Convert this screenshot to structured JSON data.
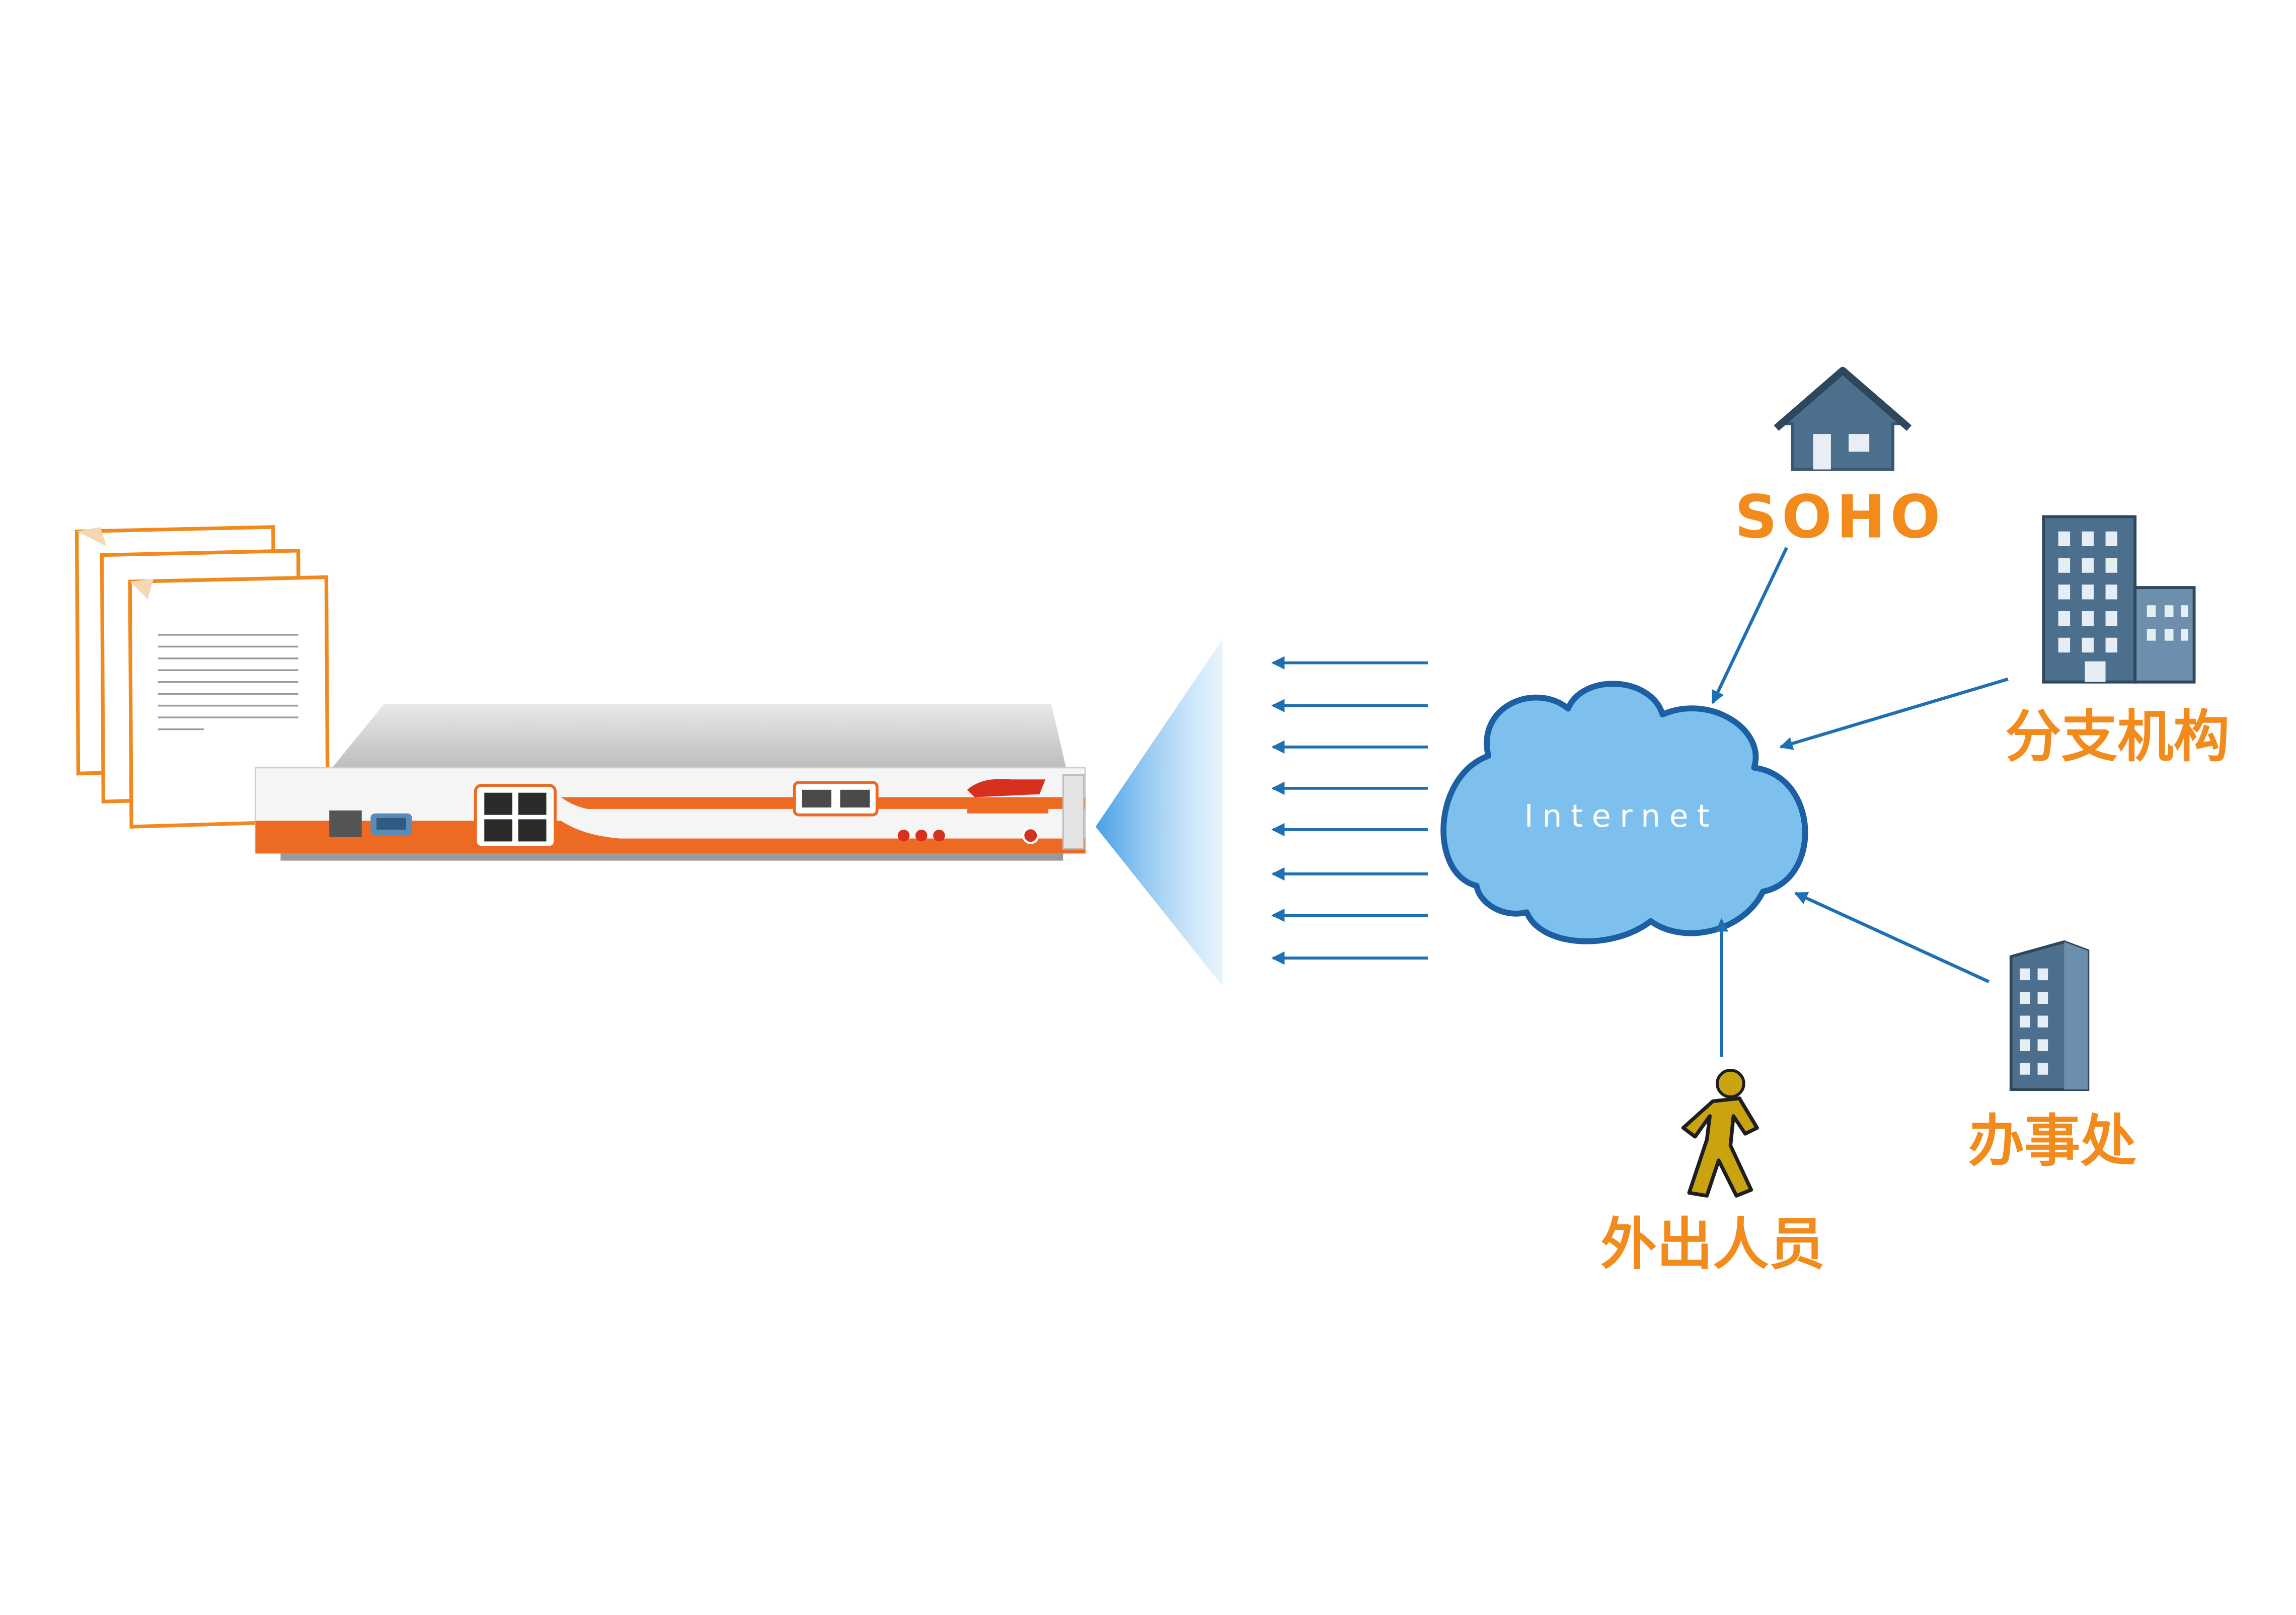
{
  "cloud": {
    "label": "Internet"
  },
  "nodes": {
    "soho": {
      "label": "SOHO"
    },
    "branch": {
      "label": "分支机构"
    },
    "office": {
      "label": "办事处"
    },
    "mobile": {
      "label": "外出人员"
    }
  },
  "colors": {
    "accent_orange": "#f28a1c",
    "arrow_blue": "#1f6fb3",
    "cloud_fill": "#7dc0ee",
    "cloud_stroke": "#1c5fa3",
    "building_blue": "#4d6f8e",
    "walker_yellow": "#c9a410"
  },
  "icons": {
    "document_stack": "document-stack-icon",
    "appliance": "server-appliance",
    "soho": "house-icon",
    "branch": "office-building-icon",
    "office": "tower-building-icon",
    "mobile": "walking-person-icon"
  }
}
